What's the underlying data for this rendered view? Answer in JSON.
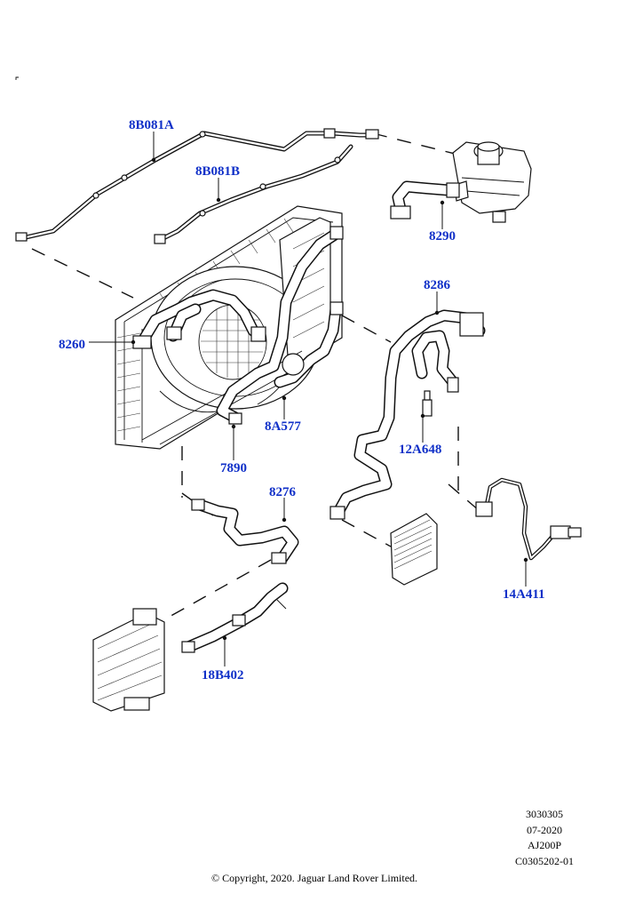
{
  "labels": {
    "l_8b081a": "8B081A",
    "l_8b081b": "8B081B",
    "l_8290": "8290",
    "l_8286": "8286",
    "l_8260": "8260",
    "l_8a577": "8A577",
    "l_12a648": "12A648",
    "l_7890": "7890",
    "l_8276": "8276",
    "l_14a411": "14A411",
    "l_18b402": "18B402"
  },
  "reference": {
    "line1": "3030305",
    "line2": "07-2020",
    "line3": "AJ200P",
    "line4": "C0305202-01"
  },
  "copyright": "© Copyright, 2020. Jaguar Land Rover Limited.",
  "colors": {
    "label": "#1030c8",
    "line": "#111111",
    "background": "#ffffff"
  }
}
